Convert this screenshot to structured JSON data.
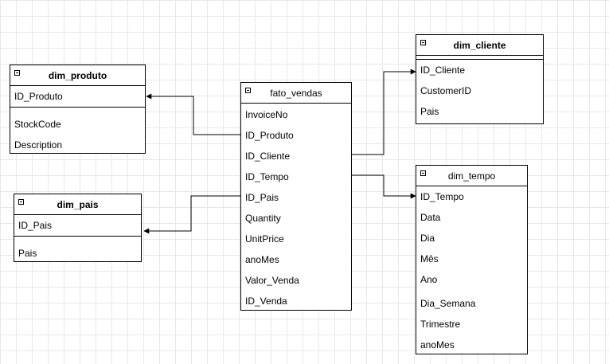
{
  "tables": {
    "dim_produto": {
      "title": "dim_produto",
      "pk": [
        "ID_Produto"
      ],
      "fields": [
        "StockCode",
        "Description"
      ]
    },
    "dim_pais": {
      "title": "dim_pais",
      "pk": [
        "ID_Pais"
      ],
      "fields": [
        "Pais"
      ]
    },
    "fato_vendas": {
      "title": "fato_vendas",
      "fields": [
        "InvoiceNo",
        "ID_Produto",
        "ID_Cliente",
        "ID_Tempo",
        "ID_Pais",
        "Quantity",
        "UnitPrice",
        "anoMes",
        "Valor_Venda",
        "ID_Venda"
      ]
    },
    "dim_cliente": {
      "title": "dim_cliente",
      "fields": [
        "ID_Cliente",
        "CustomerID",
        "Pais"
      ]
    },
    "dim_tempo": {
      "title": "dim_tempo",
      "fields": [
        "ID_Tempo",
        "Data",
        "Dia",
        "Mês",
        "Ano",
        "Dia_Semana",
        "Trimestre",
        "anoMes"
      ]
    }
  },
  "icons": {
    "collapse": "minus-box-icon"
  },
  "colors": {
    "line": "#000000",
    "grid": "#e8e8e8"
  }
}
